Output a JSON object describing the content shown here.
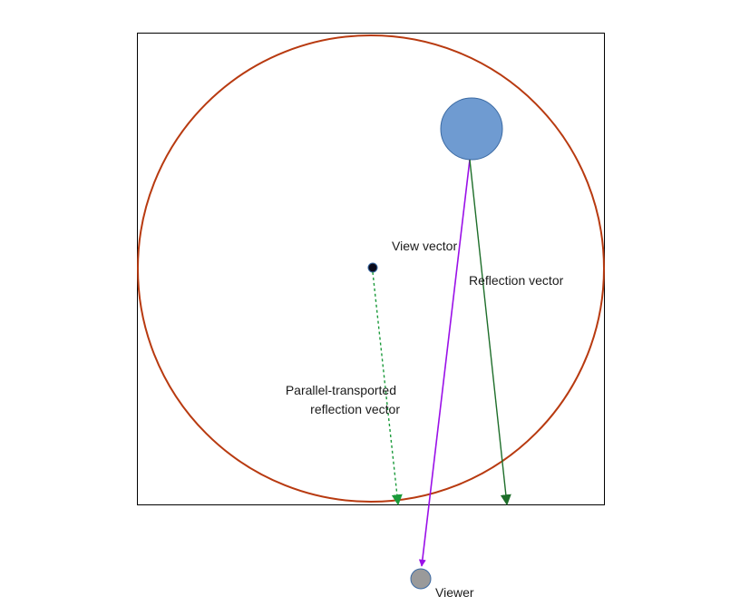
{
  "labels": {
    "view_vector": "View vector",
    "reflection_vector": "Reflection vector",
    "parallel_line1": "Parallel-transported",
    "parallel_line2": "reflection vector",
    "viewer": "Viewer"
  },
  "colors": {
    "frame": "#000000",
    "circle": "#b83a10",
    "sphere_fill": "#6f9bd1",
    "sphere_stroke": "#3b6aa3",
    "view_vector": "#9a10e8",
    "reflection_vector": "#1e6e2a",
    "parallel_vector": "#1a9a3a",
    "center_dot": "#0a0a1a",
    "viewer_fill": "#9a9a9a",
    "viewer_stroke": "#3b6aa3"
  }
}
